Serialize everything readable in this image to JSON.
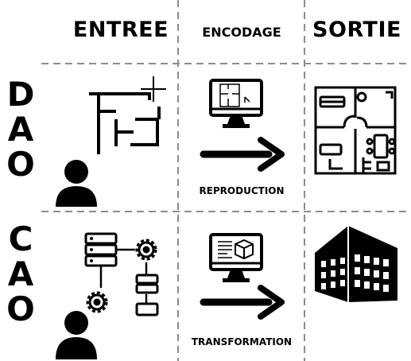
{
  "headers": {
    "entree": "ENTREE",
    "encodage": "ENCODAGE",
    "sortie": "SORTIE"
  },
  "rows": [
    {
      "label": [
        "D",
        "A",
        "O"
      ],
      "caption": "REPRODUCTION",
      "input_icon": "floor-sketch-icon",
      "encode_icon": "monitor-floorplan-icon",
      "output_icon": "floor-plan-icon"
    },
    {
      "label": [
        "C",
        "A",
        "O"
      ],
      "caption": "TRANSFORMATION",
      "input_icon": "server-gears-flowchart-icon",
      "encode_icon": "monitor-3d-model-icon",
      "output_icon": "building-icon"
    }
  ],
  "colors": {
    "ink": "#000000",
    "divider": "#8c8c8c",
    "background": "#ffffff"
  }
}
